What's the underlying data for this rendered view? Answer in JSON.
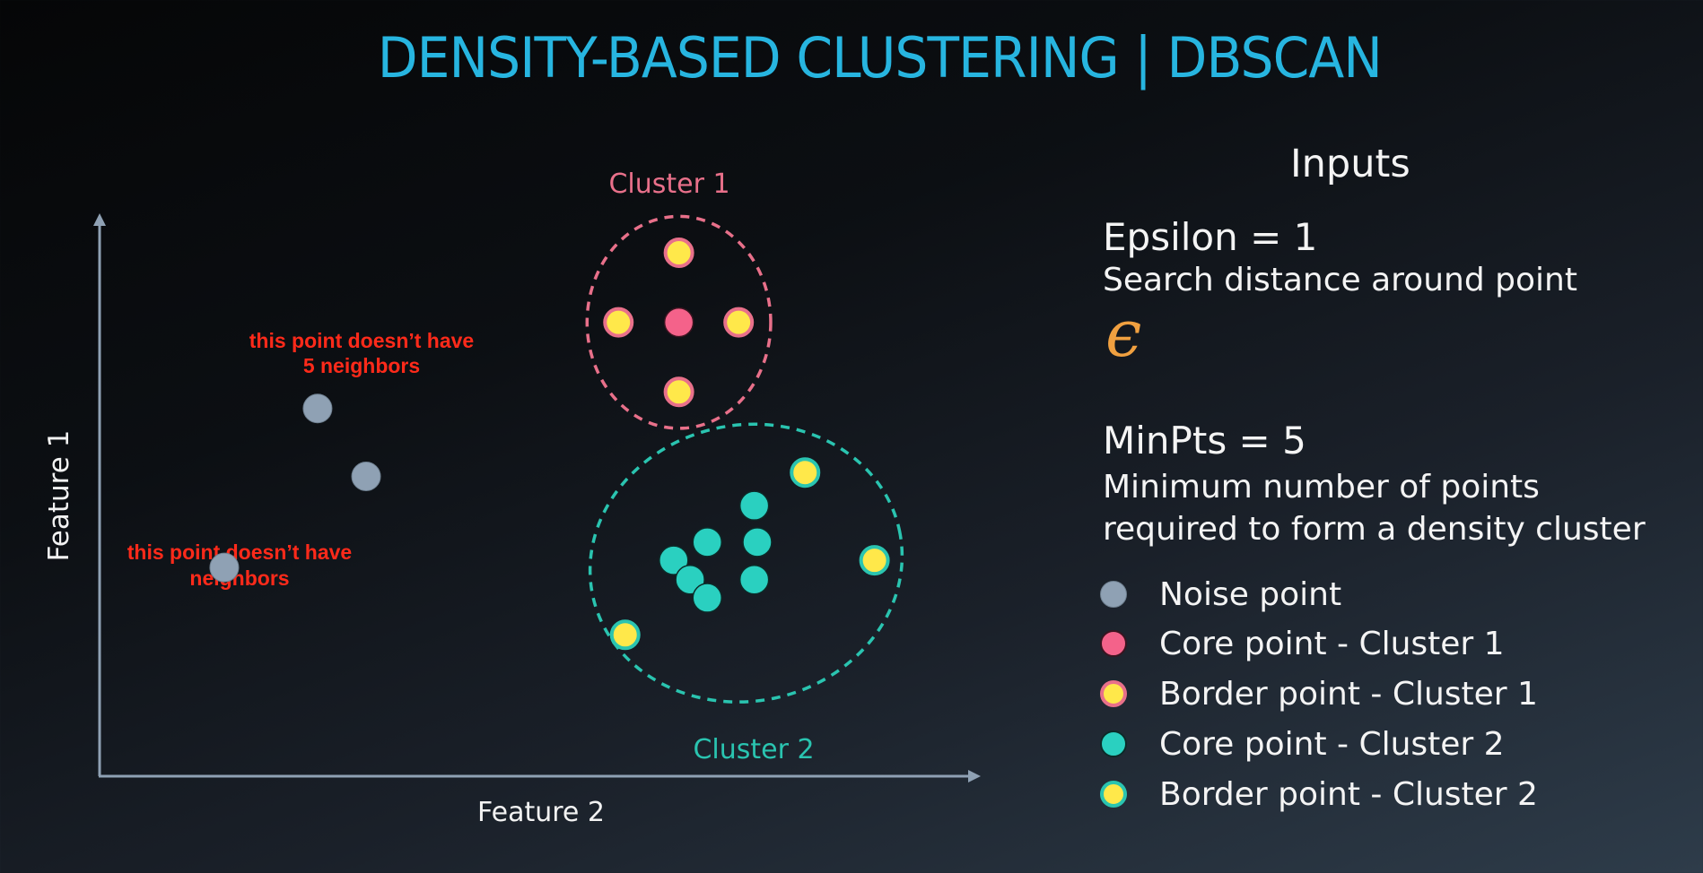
{
  "title": "DENSITY-BASED CLUSTERING | DBSCAN",
  "colors": {
    "title": "#27b5e0",
    "noise": "#8fa1b4",
    "core_cluster1": "#f4628a",
    "border_cluster1_fill": "#ffe84a",
    "border_cluster1_ring": "#e8708a",
    "core_cluster2": "#2ad0c0",
    "border_cluster2_fill": "#ffe84a",
    "border_cluster2_ring": "#2ac4b0",
    "annotation": "#ff2a1a",
    "epsilon_symbol": "#f0a040",
    "axis": "#8fa1b4"
  },
  "plot": {
    "x_axis_label": "Feature 2",
    "y_axis_label": "Feature 1",
    "cluster1_label": "Cluster 1",
    "cluster2_label": "Cluster 2",
    "annotations": [
      {
        "lines": [
          "this point doesn’t have",
          "5 neighbors"
        ]
      },
      {
        "lines": [
          "this point doesn’t have",
          "neighbors"
        ]
      }
    ]
  },
  "chart_data": {
    "type": "scatter",
    "title": "DENSITY-BASED CLUSTERING | DBSCAN",
    "xlabel": "Feature 2",
    "ylabel": "Feature 1",
    "xlim": [
      0,
      100
    ],
    "ylim": [
      0,
      100
    ],
    "grid": false,
    "series": [
      {
        "name": "Noise point",
        "kind": "noise",
        "points": [
          [
            29.2,
            66.6
          ],
          [
            35.7,
            54.3
          ],
          [
            16.7,
            37.8
          ]
        ]
      },
      {
        "name": "Core point - Cluster 1",
        "kind": "core1",
        "points": [
          [
            77.6,
            82.2
          ]
        ]
      },
      {
        "name": "Border point - Cluster 1",
        "kind": "border1",
        "points": [
          [
            77.6,
            94.8
          ],
          [
            77.6,
            69.6
          ],
          [
            69.5,
            82.2
          ],
          [
            85.6,
            82.2
          ]
        ]
      },
      {
        "name": "Core point - Cluster 2",
        "kind": "core2",
        "points": [
          [
            87.7,
            49.0
          ],
          [
            81.4,
            42.4
          ],
          [
            88.1,
            42.4
          ],
          [
            76.9,
            39.1
          ],
          [
            79.1,
            35.6
          ],
          [
            87.7,
            35.6
          ],
          [
            81.4,
            32.3
          ]
        ]
      },
      {
        "name": "Border point - Cluster 2",
        "kind": "border2",
        "points": [
          [
            94.5,
            55.0
          ],
          [
            103.8,
            39.1
          ],
          [
            70.4,
            25.6
          ]
        ]
      }
    ],
    "cluster_regions": [
      {
        "label": "Cluster 1",
        "kind": "cluster1",
        "center": [
          77.6,
          82.2
        ],
        "radius": [
          12.3,
          19.2
        ],
        "label_pos": "top"
      },
      {
        "label": "Cluster 2",
        "kind": "cluster2",
        "center": [
          86.6,
          38.6
        ],
        "radius": [
          21.0,
          25.0
        ],
        "label_pos": "bottom-right"
      }
    ]
  },
  "inputs": {
    "heading": "Inputs",
    "epsilon_line": "Epsilon = 1",
    "epsilon_value": 1,
    "epsilon_description": "Search distance around point",
    "epsilon_symbol": "ϵ",
    "minpts_line": "MinPts = 5",
    "minpts_value": 5,
    "minpts_description_1": "Minimum number of points",
    "minpts_description_2": "required to form a density cluster"
  },
  "legend": [
    {
      "kind": "noise",
      "label": "Noise point"
    },
    {
      "kind": "core1",
      "label": "Core point - Cluster 1"
    },
    {
      "kind": "border1",
      "label": "Border point - Cluster 1"
    },
    {
      "kind": "core2",
      "label": "Core point - Cluster 2"
    },
    {
      "kind": "border2",
      "label": "Border point - Cluster 2"
    }
  ]
}
